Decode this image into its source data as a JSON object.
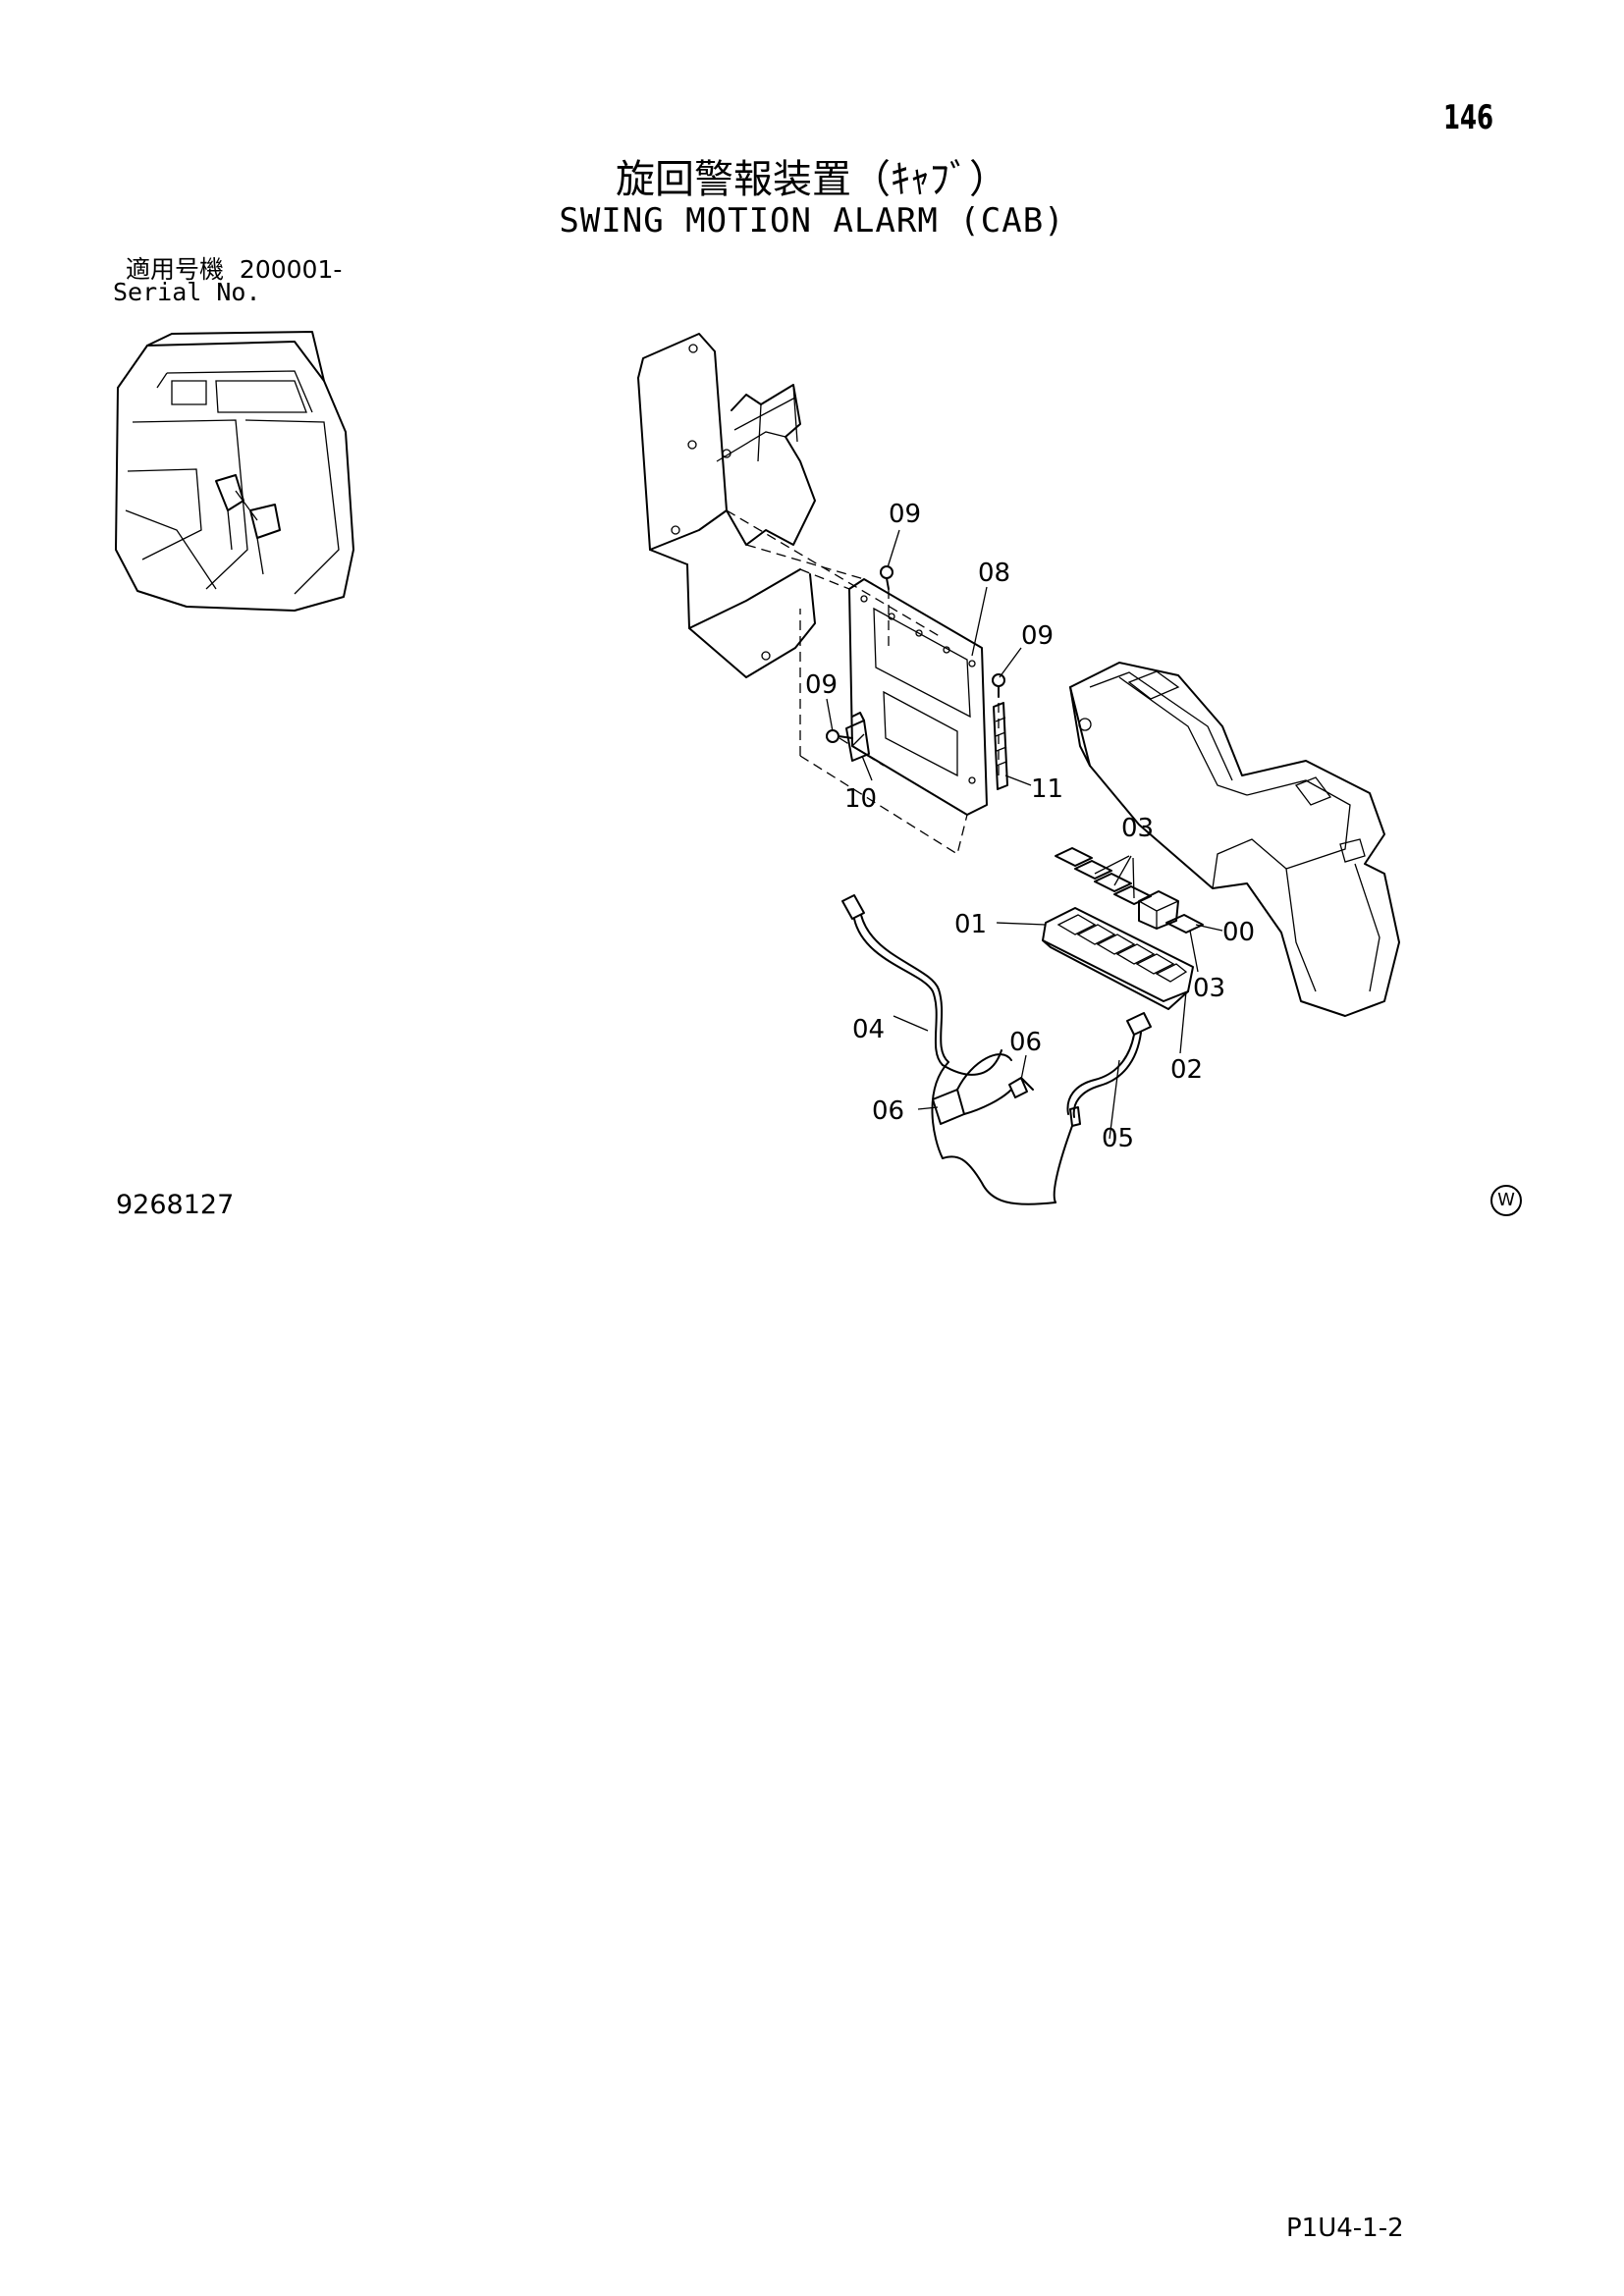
{
  "header": {
    "page_number": "146",
    "title_jp": "旋回警報装置（ｷｬﾌﾞ）",
    "title_en": "SWING MOTION ALARM (CAB)"
  },
  "serial": {
    "label_jp": "適用号機",
    "value": "200001-",
    "label_en": "Serial No."
  },
  "figure": {
    "number": "9268127",
    "mark": "W",
    "callouts": {
      "c00": "00",
      "c01": "01",
      "c02": "02",
      "c03a": "03",
      "c03b": "03",
      "c04": "04",
      "c05": "05",
      "c06a": "06",
      "c06b": "06",
      "c08": "08",
      "c09a": "09",
      "c09b": "09",
      "c09c": "09",
      "c10": "10",
      "c11": "11"
    }
  },
  "footer": {
    "code": "P1U4-1-2"
  }
}
